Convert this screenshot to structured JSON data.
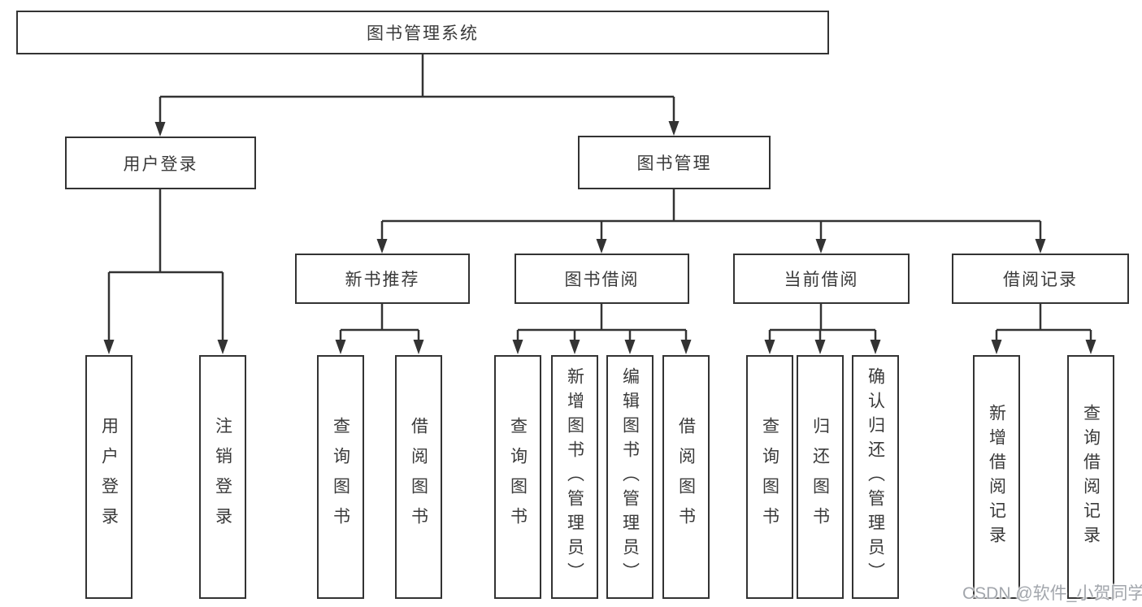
{
  "colors": {
    "line": "#333333",
    "box_border": "#333333",
    "text": "#3a3a3a",
    "watermark": "#a2a6ac",
    "background": "#ffffff"
  },
  "tree": {
    "root": {
      "label": "图书管理系统"
    },
    "branches": [
      {
        "label": "用户登录",
        "leaves": [
          {
            "label": "用户登录"
          },
          {
            "label": "注销登录"
          }
        ]
      },
      {
        "label": "图书管理",
        "groups": [
          {
            "label": "新书推荐",
            "leaves": [
              {
                "label": "查询图书"
              },
              {
                "label": "借阅图书"
              }
            ]
          },
          {
            "label": "图书借阅",
            "leaves": [
              {
                "label": "查询图书"
              },
              {
                "label": "新增图书（管理员）"
              },
              {
                "label": "编辑图书（管理员）"
              },
              {
                "label": "借阅图书"
              }
            ]
          },
          {
            "label": "当前借阅",
            "leaves": [
              {
                "label": "查询图书"
              },
              {
                "label": "归还图书"
              },
              {
                "label": "确认归还（管理员）"
              }
            ]
          },
          {
            "label": "借阅记录",
            "leaves": [
              {
                "label": "新增借阅记录"
              },
              {
                "label": "查询借阅记录"
              }
            ]
          }
        ]
      }
    ]
  },
  "watermark": {
    "text": "CSDN @软件_小贺同学"
  }
}
